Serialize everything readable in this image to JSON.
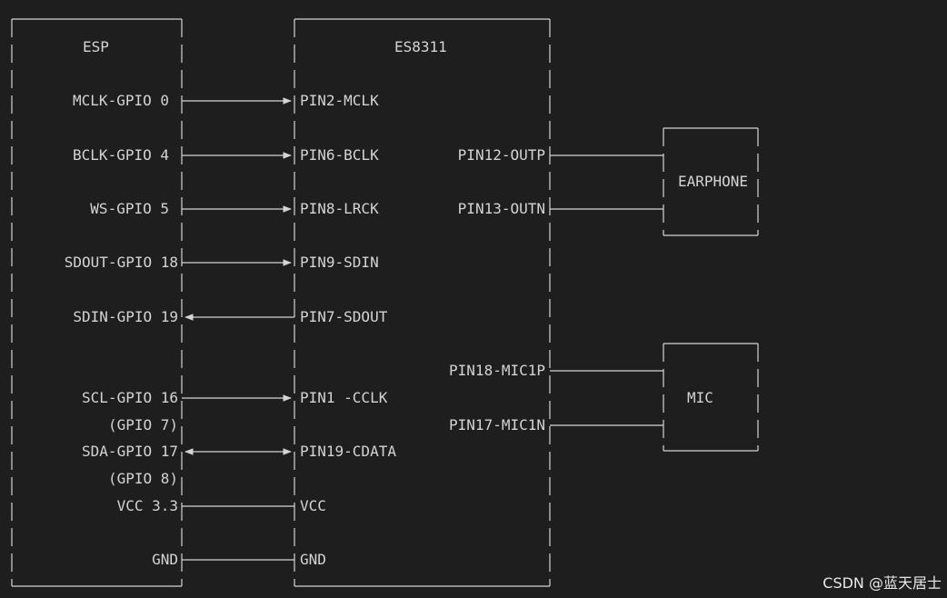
{
  "blocks": {
    "esp": "ESP",
    "es8311": "ES8311",
    "earphone": "EARPHONE",
    "mic": "MIC"
  },
  "esp_pins": {
    "mclk": "MCLK-GPIO 0",
    "bclk": "BCLK-GPIO 4",
    "ws": "WS-GPIO 5",
    "sdout": "SDOUT-GPIO 18",
    "sdin": "SDIN-GPIO 19",
    "scl": "SCL-GPIO 16",
    "scl_alt": "(GPIO 7)",
    "sda": "SDA-GPIO 17",
    "sda_alt": "(GPIO 8)",
    "vcc": "VCC 3.3",
    "gnd": "GND"
  },
  "es8311_left_pins": {
    "mclk": "PIN2-MCLK",
    "bclk": "PIN6-BCLK",
    "lrck": "PIN8-LRCK",
    "sdin": "PIN9-SDIN",
    "sdout": "PIN7-SDOUT",
    "cclk": "PIN1 -CCLK",
    "cdata": "PIN19-CDATA",
    "vcc": "VCC",
    "gnd": "GND"
  },
  "es8311_right_pins": {
    "outp": "PIN12-OUTP",
    "outn": "PIN13-OUTN",
    "mic1p": "PIN18-MIC1P",
    "mic1n": "PIN17-MIC1N"
  },
  "watermark": "CSDN @蓝天居士",
  "colors": {
    "background": "#1e1e1e",
    "line": "#d4d4d4",
    "text": "#d4d4d4"
  }
}
